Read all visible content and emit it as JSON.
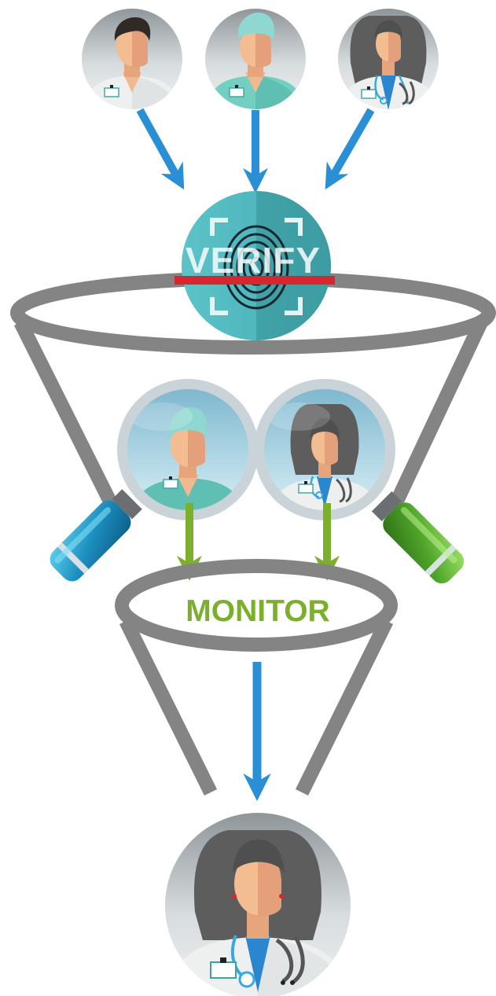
{
  "labels": {
    "verify": "VERIFY",
    "monitor": "MONITOR"
  },
  "colors": {
    "funnel": "#848484",
    "arrow_blue": "#2b8fd6",
    "arrow_green": "#7cb02c",
    "verify_badge": "#4fb7bd",
    "scan_line": "#d8262e",
    "handle_blue": "#1f8fbf",
    "handle_green": "#5bb32a"
  },
  "people": [
    {
      "role": "male-doctor",
      "scrubs": "white"
    },
    {
      "role": "surgeon",
      "scrubs": "teal"
    },
    {
      "role": "female-doctor",
      "scrubs": "white"
    }
  ],
  "icons": [
    "fingerprint-icon",
    "magnifier-icon",
    "badge-icon",
    "stethoscope-icon"
  ]
}
